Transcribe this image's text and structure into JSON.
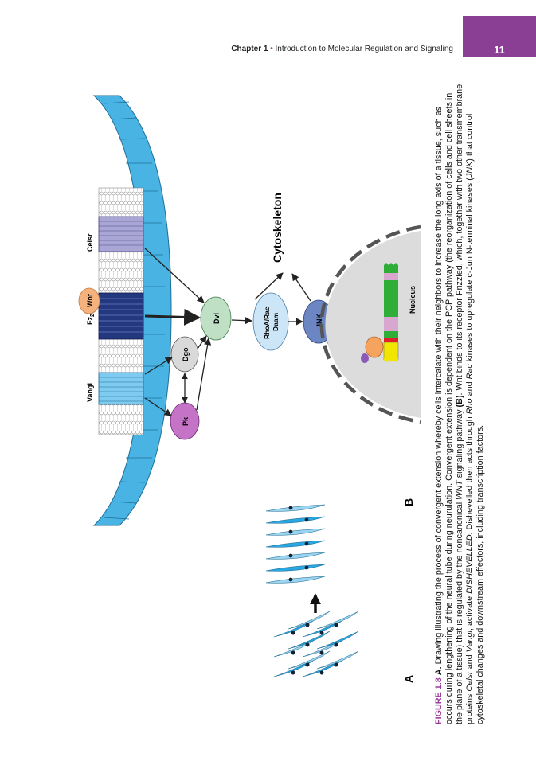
{
  "header": {
    "chapter_label": "Chapter 1",
    "separator": "•",
    "chapter_title": "Introduction to Molecular Regulation and Signaling",
    "page_number": "11"
  },
  "figure": {
    "panel_a_label": "A",
    "panel_b_label": "B",
    "labels": {
      "vangl": "Vangl",
      "fz2": "Fz",
      "wnt": "Wnt",
      "celsr": "Celsr",
      "pk": "Pk",
      "dgo": "Dgo",
      "dvl": "Dvl",
      "rhoa_rac": "RhoA/Rac",
      "daam": "Daam",
      "jnk": "JNK",
      "cytoskeleton": "Cytoskeleton",
      "nucleus": "Nucleus"
    },
    "colors": {
      "membrane_band": "#49b3e3",
      "vangl_blue": "#7fcaf0",
      "fz_navy": "#24387f",
      "celsr_lavender": "#a9a6d6",
      "wnt_orange": "#f6b27c",
      "pk_purple": "#c473c6",
      "dgo_grey": "#d9d9d9",
      "dvl_green": "#bfe0c4",
      "rhoa_blue": "#cde6f7",
      "jnk_blue": "#6c86c4",
      "nucleus_grey": "#dcdcdc",
      "cell_blue": "#2aa6e0"
    }
  },
  "caption": {
    "figure_number": "FIGURE 1.8",
    "part_a": "A.",
    "text_1": " Drawing illustrating the process of convergent extension whereby cells intercalate with their neighbors to increase the long axis of a tissue, such as occurs during lengthening of the neural tube during neurulation. Convergent extension is dependent on the PCP pathway (the reorganization of cells and cell sheets in the plane of a tissue) that is regulated by the noncanonical ",
    "wnt_italic": "WNT",
    "text_2": " signaling pathway ",
    "part_b": "(B)",
    "text_3": ". Wnt binds to its receptor Frizzled, which, together with two other transmembrane proteins ",
    "celsr_italic": "Celsr",
    "text_4": " and ",
    "vangl_italic": "Vangl",
    "text_5": ", activate ",
    "dishevelled_italic": "DISHEVELLED",
    "text_6": ". Dishevelled then acts through ",
    "rho_italic": "Rho",
    "text_7": " and ",
    "rac_italic": "Rac",
    "text_8": " kinases to upregulate c-Jun N-terminal kinases (",
    "jnk_italic": "JNK",
    "text_9": ") that control cytoskeletal changes and downstream effectors, including transcription factors."
  }
}
